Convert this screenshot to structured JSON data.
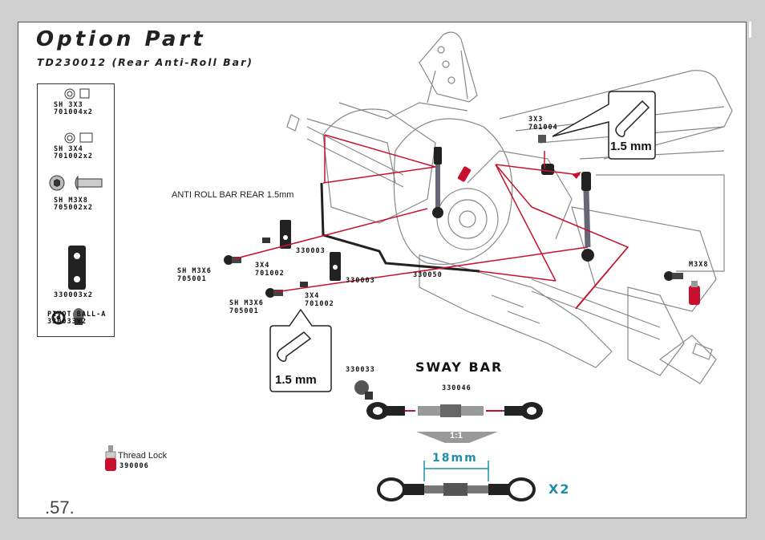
{
  "header": {
    "title": "Option Part",
    "subtitle": "TD230012 (Rear Anti-Roll Bar)"
  },
  "parts_list": [
    {
      "label": "SH 3X3\n701004x2",
      "icon": "set-screw-3x3-icon"
    },
    {
      "label": "SH 3X4\n701002x2",
      "icon": "set-screw-3x4-icon"
    },
    {
      "label": "SH M3X8\n705002x2",
      "icon": "button-head-screw-icon"
    },
    {
      "label": "330003x2",
      "icon": "bracket-icon"
    },
    {
      "label": "PIVOT BALL-A\n330033x2",
      "icon": "pivot-ball-icon"
    }
  ],
  "callouts": {
    "anti_roll_bar": "ANTI ROLL BAR REAR 1.5mm",
    "screw_3x3": "3X3",
    "part_701004": "701004",
    "bracket_upper": "330003",
    "bracket_lower": "330003",
    "set_3x4_a": "3X4",
    "part_701002_a": "701002",
    "set_3x4_b": "3X4",
    "part_701002_b": "701002",
    "screw_m3x6_a": "SH M3X6",
    "part_705001_a": "705001",
    "screw_m3x6_b": "SH M3X6",
    "part_705001_b": "705001",
    "bar_part": "330050",
    "screw_m3x8": "M3X8",
    "hex_tool_top": "1.5 mm",
    "hex_tool_bottom": "1.5 mm"
  },
  "sway_bar": {
    "heading": "SWAY BAR",
    "ball_part": "330033",
    "turnbuckle_part": "330046",
    "ratio": "1:1",
    "length": "18mm",
    "quantity": "X2"
  },
  "thread_lock": {
    "label": "Thread Lock",
    "part": "390006"
  },
  "page_number": ".57.",
  "colors": {
    "pointer_red": "#c8102e",
    "accent_teal": "#1e8fa8",
    "outline": "#333333"
  }
}
